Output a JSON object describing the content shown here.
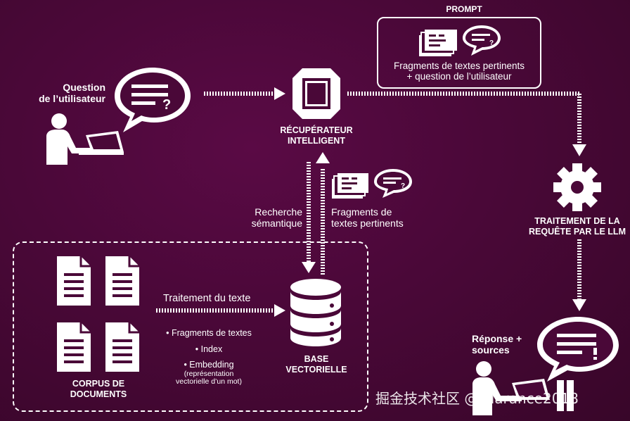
{
  "prompt": {
    "title": "PROMPT",
    "line1": "Fragments de textes pertinents",
    "line2": "+ question de l’utilisateur"
  },
  "user": {
    "line1": "Question",
    "line2": "de l’utilisateur"
  },
  "retriever": {
    "line1": "RÉCUPÉRATEUR",
    "line2": "INTELLIGENT"
  },
  "search": {
    "line1": "Recherche",
    "line2": "sémantique"
  },
  "fragments": {
    "line1": "Fragments de",
    "line2": "textes pertinents"
  },
  "llm": {
    "line1": "TRAITEMENT DE LA",
    "line2": "REQUÊTE PAR LE LLM"
  },
  "corpus": {
    "line1": "CORPUS DE",
    "line2": "DOCUMENTS"
  },
  "processing": {
    "title": "Traitement du texte",
    "item1": "• Fragments de textes",
    "item2": "• Index",
    "item3": "• Embedding",
    "item3_sub1": "(représentation",
    "item3_sub2": "vectorielle d’un mot)"
  },
  "vector_db": {
    "line1": "BASE",
    "line2": "VECTORIELLE"
  },
  "response": {
    "line1": "Réponse +",
    "line2": "sources"
  },
  "watermark": "掘金技术社区 @ clarance2018",
  "colors": {
    "background": "#4a0838",
    "foreground": "#ffffff"
  }
}
